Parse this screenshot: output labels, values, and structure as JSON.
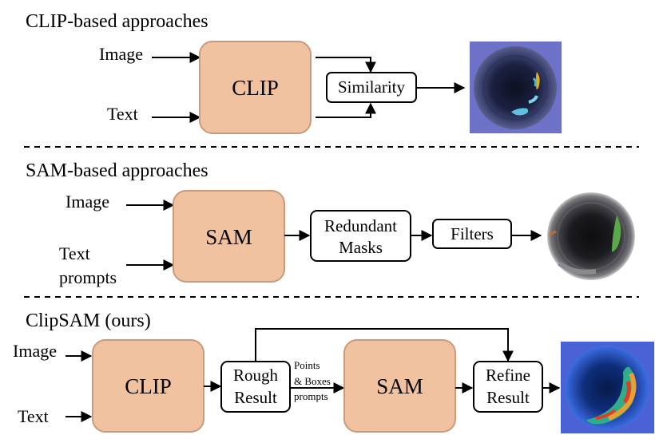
{
  "clip_section": {
    "title": "CLIP-based approaches",
    "input_image": "Image",
    "input_text": "Text",
    "model": "CLIP",
    "similarity": "Similarity"
  },
  "sam_section": {
    "title": "SAM-based approaches",
    "input_image": "Image",
    "input_text_line1": "Text",
    "input_text_line2": "prompts",
    "model": "SAM",
    "redundant_line1": "Redundant",
    "redundant_line2": "Masks",
    "filters": "Filters"
  },
  "clipsam_section": {
    "title": "ClipSAM (ours)",
    "input_image": "Image",
    "input_text": "Text",
    "model_clip": "CLIP",
    "rough_line1": "Rough",
    "rough_line2": "Result",
    "prompt_line1": "Points",
    "prompt_line2": "& Boxes",
    "prompt_line3": "prompts",
    "model_sam": "SAM",
    "refine_line1": "Refine",
    "refine_line2": "Result"
  },
  "colors": {
    "model_box_fill": "#f0c2a0",
    "model_box_border": "#c99a7c",
    "clip_result_bg": "#6d72c8",
    "clipsam_result_bg": "#4a62d6"
  },
  "icons": {
    "clip_result": "anomaly-heatmap-image",
    "sam_result": "segmented-mask-image",
    "clipsam_result": "refined-heatmap-image"
  }
}
